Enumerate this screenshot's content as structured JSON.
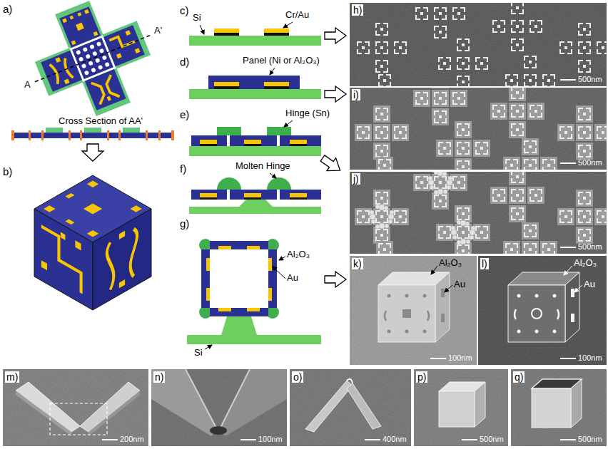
{
  "diagram": {
    "labels": [
      "a)",
      "A'",
      "A",
      "Cross Section of AA'",
      "b)",
      "c)",
      "Si",
      "Cr/Au",
      "d)",
      "Panel (Ni or Al₂O₃)",
      "e)",
      "Hinge (Sn)",
      "f)",
      "Molten Hinge",
      "g)",
      "Al₂O₃",
      "Au",
      "Si",
      "h)",
      "500nm",
      "i)",
      "500nm",
      "j)",
      "500nm",
      "k)",
      "Al₂O₃",
      "Au",
      "100nm",
      "l)",
      "Al₂O₃",
      "Au",
      "100nm",
      "m)",
      "200nm",
      "n)",
      "100nm",
      "o)",
      "400nm",
      "p)",
      "500nm",
      "q)",
      "500nm"
    ]
  }
}
